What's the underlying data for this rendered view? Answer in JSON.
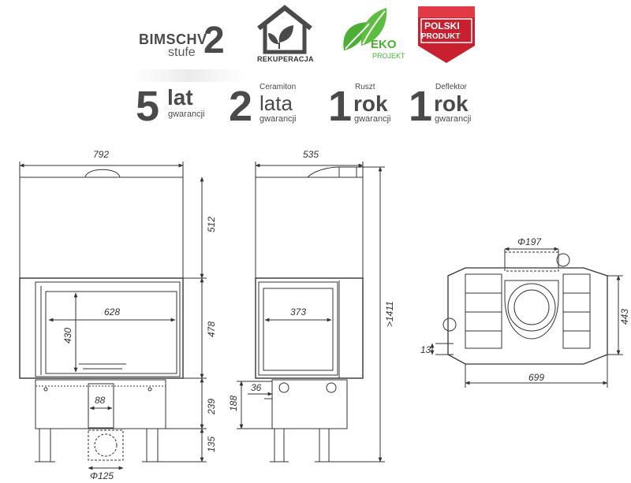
{
  "badges": {
    "bimsch": {
      "title": "BIMSCHV",
      "subtitle": "stufe",
      "number": "2"
    },
    "rekuperacja": {
      "label": "REKUPERACJA",
      "icon": "house-leaf-icon"
    },
    "eko": {
      "label": "EKO",
      "sublabel": "PROJEKT",
      "icon": "leaves-icon",
      "color": "#4cae35"
    },
    "polski_produkt": {
      "line1": "POLSKI",
      "line2": "PRODUKT",
      "color": "#c8202f"
    }
  },
  "warranties": [
    {
      "number": "5",
      "word": "lat",
      "caption": "gwarancji",
      "top": ""
    },
    {
      "number": "2",
      "word": "lata",
      "caption": "gwarancji",
      "top": "Ceramiton"
    },
    {
      "number": "1",
      "word": "rok",
      "caption": "gwarancji",
      "top": "Ruszt"
    },
    {
      "number": "1",
      "word": "rok",
      "caption": "gwarancji",
      "top": "Deflektor"
    }
  ],
  "dimensions": {
    "front": {
      "width": "792",
      "upper_height": "512",
      "glass_width": "628",
      "glass_height": "430",
      "door_height": "478",
      "base_height": "239",
      "ash_width": "88",
      "legs_height": "135",
      "flue": "Φ125"
    },
    "side": {
      "depth": "535",
      "total_height": ">1411",
      "glass_width": "373",
      "air_inlet_height": "188",
      "air_inlet_offset": "36"
    },
    "top": {
      "flue": "Φ197",
      "depth": "443",
      "width": "699",
      "offset": "13"
    }
  },
  "colors": {
    "line": "#333333",
    "brand_gray": "#4a4a4a",
    "eko_green": "#4cae35",
    "polski_red": "#c8202f"
  }
}
